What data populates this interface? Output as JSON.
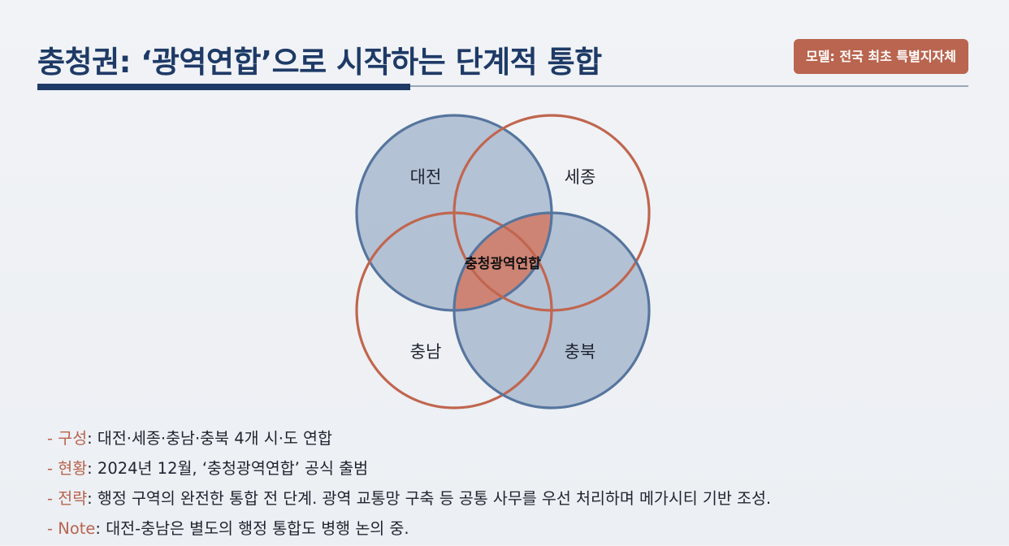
{
  "header": {
    "title": "충청권: ‘광역연합’으로 시작하는 단계적 통합",
    "badge": "모델: 전국 최초 특별지자체"
  },
  "colors": {
    "navy": "#1e3a66",
    "blue_circle_stroke": "#56759e",
    "blue_circle_fill": "#5a7aa5",
    "orange_circle_stroke": "#c0664f",
    "center_fill": "#d97e66",
    "accent": "#b9654f"
  },
  "diagram": {
    "type": "venn",
    "circles": [
      {
        "label": "대전",
        "style": "blue"
      },
      {
        "label": "세종",
        "style": "orange"
      },
      {
        "label": "충남",
        "style": "orange"
      },
      {
        "label": "충북",
        "style": "blue"
      }
    ],
    "center_label": "충청광역연합"
  },
  "bullets": [
    {
      "dash": "- ",
      "key": "구성",
      "text": ": 대전·세종·충남·충북 4개 시·도 연합"
    },
    {
      "dash": "- ",
      "key": "현황",
      "text": ": 2024년 12월, ‘충청광역연합’ 공식 출범"
    },
    {
      "dash": "- ",
      "key": "전략",
      "text": ": 행정 구역의 완전한 통합 전 단계. 광역 교통망 구축 등 공통 사무를 우선 처리하며 메가시티 기반 조성."
    },
    {
      "dash": "- ",
      "key": "Note",
      "text": ": 대전-충남은 별도의 행정 통합도 병행 논의 중."
    }
  ]
}
